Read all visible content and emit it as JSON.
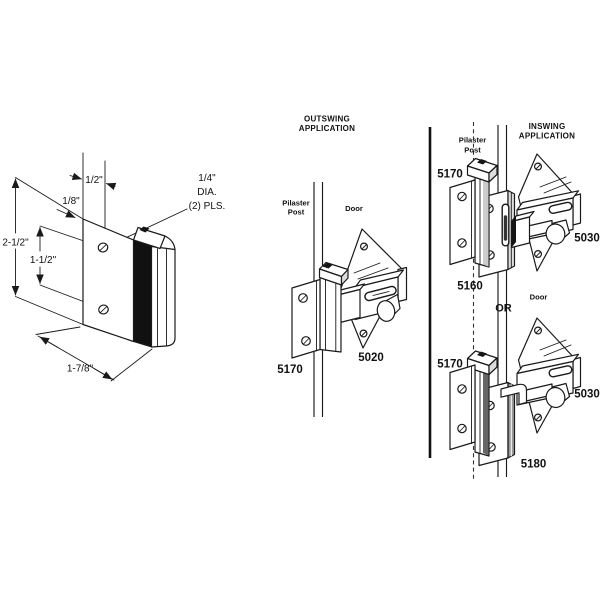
{
  "left_detail": {
    "dim_half": "1/2\"",
    "dim_eighth": "1/8\"",
    "callout_line1": "1/4\"",
    "callout_line2": "DIA.",
    "callout_line3": "(2) PLS.",
    "dim_height": "2-1/2\"",
    "dim_hole_spacing": "1-1/2\"",
    "dim_width": "1-7/8\""
  },
  "outswing": {
    "title_line1": "OUTSWING",
    "title_line2": "APPLICATION",
    "pilaster_line1": "Pilaster",
    "pilaster_line2": "Post",
    "door_label": "Door",
    "strike_part": "5170",
    "latch_part": "5020"
  },
  "inswing": {
    "title_line1": "INSWING",
    "title_line2": "APPLICATION",
    "pilaster_line1": "Pilaster",
    "pilaster_line2": "Post",
    "door_label": "Door",
    "or_label": "OR",
    "option_top": {
      "strike_part": "5170",
      "keeper_part": "5160",
      "latch_part": "5030"
    },
    "option_bottom": {
      "strike_part": "5170",
      "keeper_part": "5180",
      "latch_part": "5030"
    }
  },
  "colors": {
    "line": "#1a1a1a",
    "paper": "#ffffff"
  }
}
